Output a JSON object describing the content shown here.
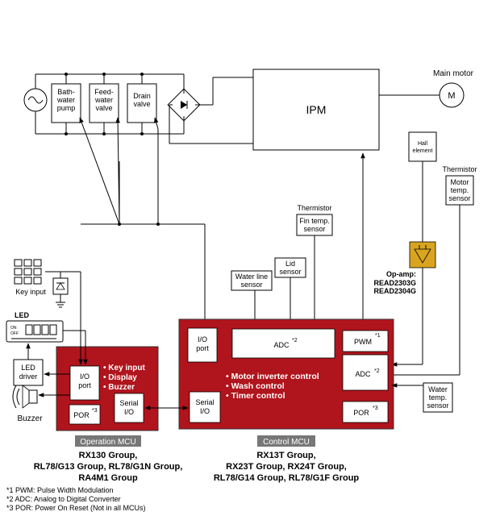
{
  "top": {
    "main_motor_label": "Main motor",
    "motor_symbol": "M",
    "ipm_label": "IPM",
    "bath_pump": [
      "Bath-",
      "water",
      "pump"
    ],
    "feed_valve": [
      "Feed-",
      "water",
      "valve"
    ],
    "drain_valve": [
      "Drain",
      "valve"
    ],
    "ac_source_icon": "ac-source-icon",
    "bridge_icon": "diode-bridge-icon"
  },
  "sensors": {
    "hall_element": [
      "Hall",
      "element"
    ],
    "thermistor_label": "Thermistor",
    "motor_temp_sensor": [
      "Motor",
      "temp.",
      "sensor"
    ],
    "fin_thermistor_label": "Thermistor",
    "fin_temp_sensor": [
      "Fin temp.",
      "sensor"
    ],
    "lid_sensor": [
      "Lid",
      "sensor"
    ],
    "water_line_sensor": [
      "Water line",
      "sensor"
    ],
    "water_temp_sensor": [
      "Water",
      "temp.",
      "sensor"
    ]
  },
  "opamp": {
    "label": "Op-amp:",
    "parts": [
      "READ2303G",
      "READ2304G"
    ],
    "color": "#d9a520"
  },
  "left": {
    "key_input_label": "Key input",
    "led_label": "LED",
    "led_driver": [
      "LED",
      "driver"
    ],
    "buzzer_label": "Buzzer"
  },
  "control_mcu": {
    "io_port": [
      "I/O",
      "port"
    ],
    "adc1": "ADC",
    "adc1_note": "*2",
    "pwm": "PWM",
    "pwm_note": "*1",
    "adc2": "ADC",
    "adc2_note": "*2",
    "por": "POR",
    "por_note": "*3",
    "serial_io": [
      "Serial",
      "I/O"
    ],
    "features": [
      "Motor inverter control",
      "Wash control",
      "Timer control"
    ],
    "title": "Control MCU",
    "groups": [
      "RX13T Group,",
      "RX23T Group,  RX24T Group,",
      "RL78/G14 Group, RL78/G1F Group"
    ],
    "color": "#b0141c"
  },
  "operation_mcu": {
    "io_port": [
      "I/O",
      "port"
    ],
    "por": "POR",
    "por_note": "*3",
    "serial_io": [
      "Serial",
      "I/O"
    ],
    "features": [
      "Key input",
      "Display",
      "Buzzer"
    ],
    "title": "Operation MCU",
    "groups": [
      "RX130 Group,",
      "RL78/G13 Group, RL78/G1N Group,",
      "RA4M1 Group"
    ],
    "color": "#b0141c"
  },
  "footnotes": [
    "*1 PWM: Pulse Width Modulation",
    "*2 ADC: Analog to Digital Converter",
    "*3 POR: Power On Reset (Not in all MCUs)"
  ]
}
